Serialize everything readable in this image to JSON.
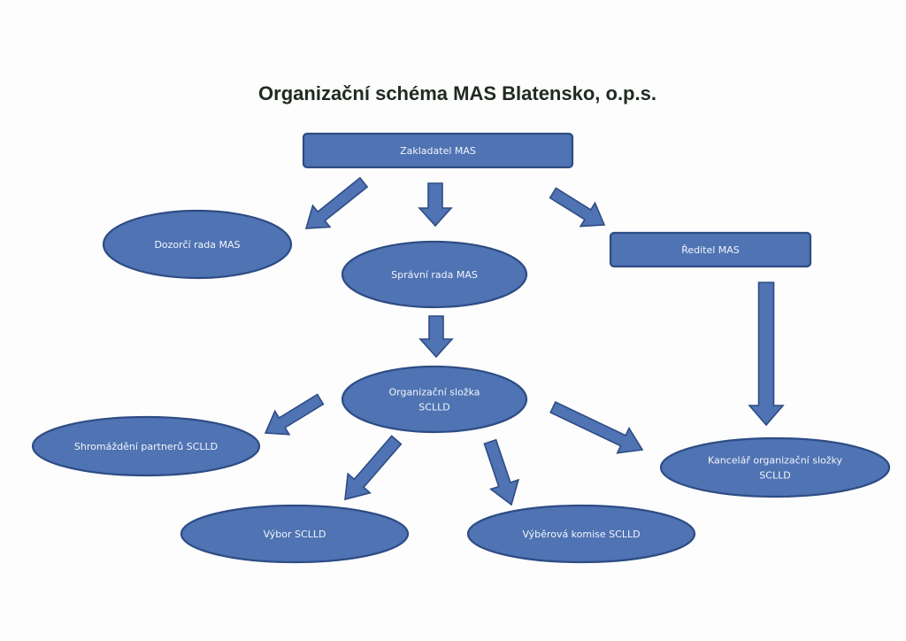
{
  "title": "Organizační schéma MAS Blatensko, o.p.s.",
  "colors": {
    "fill": "#4f73b3",
    "stroke": "#2e4c84",
    "text": "#f3f6fb",
    "title": "#1f2a20"
  },
  "nodes": {
    "zakladatel": {
      "shape": "box",
      "lines": [
        "Zakladatel MAS"
      ]
    },
    "dozorci": {
      "shape": "ellipse",
      "lines": [
        "Dozorčí rada MAS"
      ]
    },
    "spravni": {
      "shape": "ellipse",
      "lines": [
        "Správní rada MAS"
      ]
    },
    "reditel": {
      "shape": "box",
      "lines": [
        "Ředitel MAS"
      ]
    },
    "organizacni": {
      "shape": "ellipse",
      "lines": [
        "Organizační složka",
        "SCLLD"
      ]
    },
    "shromazdeni": {
      "shape": "ellipse",
      "lines": [
        "Shromáždění partnerů SCLLD"
      ]
    },
    "kancelar": {
      "shape": "ellipse",
      "lines": [
        "Kancelář organizační složky",
        "SCLLD"
      ]
    },
    "vybor": {
      "shape": "ellipse",
      "lines": [
        "Výbor SCLLD"
      ]
    },
    "vyberova": {
      "shape": "ellipse",
      "lines": [
        "Výběrová komise SCLLD"
      ]
    }
  },
  "edges": [
    {
      "from": "zakladatel",
      "to": "dozorci"
    },
    {
      "from": "zakladatel",
      "to": "spravni"
    },
    {
      "from": "zakladatel",
      "to": "reditel"
    },
    {
      "from": "spravni",
      "to": "organizacni"
    },
    {
      "from": "reditel",
      "to": "kancelar"
    },
    {
      "from": "organizacni",
      "to": "shromazdeni"
    },
    {
      "from": "organizacni",
      "to": "kancelar"
    },
    {
      "from": "organizacni",
      "to": "vybor"
    },
    {
      "from": "organizacni",
      "to": "vyberova"
    }
  ]
}
